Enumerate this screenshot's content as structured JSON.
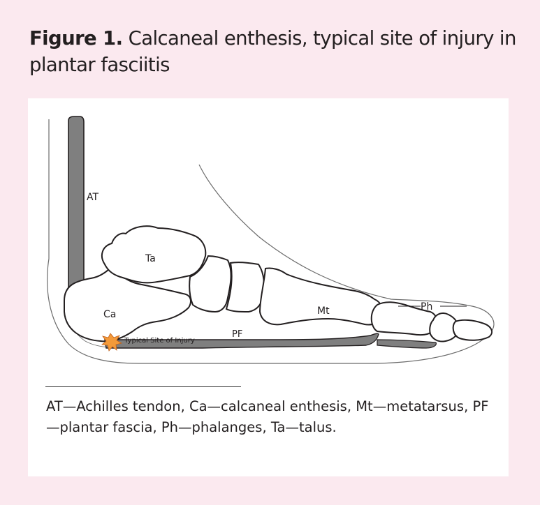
{
  "figure": {
    "title_lead": "Figure 1.",
    "title_rest": " Calcaneal enthesis, typical site of injury in plantar fasciitis"
  },
  "diagram": {
    "labels": {
      "achilles": "AT",
      "talus": "Ta",
      "calcaneus": "Ca",
      "metatarsus": "Mt",
      "phalanges": "Ph",
      "plantar_fascia": "PF",
      "injury_site": "Typical Site of Injury"
    },
    "colors": {
      "tendon": "#7f7f7f",
      "outline": "#231f20",
      "injury_star": "#f39a3a"
    }
  },
  "caption": {
    "text": "AT—Achilles tendon, Ca—calcaneal enthesis, Mt—metatarsus, PF—plantar fascia, Ph—phalanges, Ta—talus."
  }
}
